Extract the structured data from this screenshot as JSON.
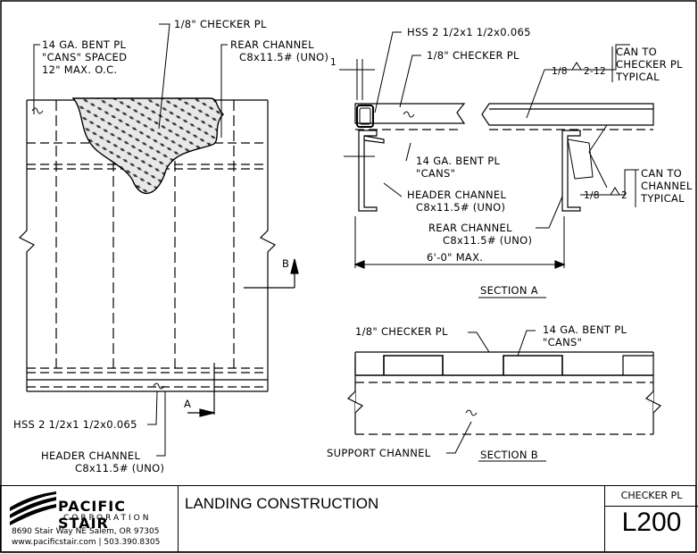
{
  "labels": {
    "checker_pl_top": "1/8\" CHECKER PL",
    "bent_pl_line1": "14 GA. BENT PL",
    "bent_pl_line2": "\"CANS\" SPACED",
    "bent_pl_line3": "12\" MAX. O.C.",
    "rear_channel_line1": "REAR CHANNEL",
    "rear_channel_line2": "C8x11.5# (UNO)",
    "hss_bottom": "HSS 2 1/2x1 1/2x0.065",
    "header_channel_line1": "HEADER CHANNEL",
    "header_channel_line2": "C8x11.5# (UNO)",
    "cut_b": "B",
    "cut_a": "A"
  },
  "section_a": {
    "title": "SECTION A",
    "hss": "HSS 2 1/2x1 1/2x0.065",
    "checker": "1/8\" CHECKER PL",
    "dim_one": "1",
    "weld_top_size": "1/8",
    "weld_top_spec": "2-12",
    "weld_top_note1": "CAN TO",
    "weld_top_note2": "CHECKER PL",
    "weld_top_note3": "TYPICAL",
    "cans_line1": "14 GA. BENT PL",
    "cans_line2": "\"CANS\"",
    "header_line1": "HEADER CHANNEL",
    "header_line2": "C8x11.5# (UNO)",
    "rear_line1": "REAR CHANNEL",
    "rear_line2": "C8x11.5# (UNO)",
    "weld_bot_size": "1/8",
    "weld_bot_spec": "2",
    "weld_bot_note1": "CAN TO",
    "weld_bot_note2": "CHANNEL",
    "weld_bot_note3": "TYPICAL",
    "span": "6'-0\" MAX."
  },
  "section_b": {
    "title": "SECTION B",
    "checker": "1/8\" CHECKER PL",
    "cans_line1": "14 GA. BENT PL",
    "cans_line2": "\"CANS\"",
    "support": "SUPPORT CHANNEL"
  },
  "title_block": {
    "company": "PACIFIC STAIR",
    "corporation": "CORPORATION",
    "address": "8690 Stair Way NE Salem, OR 97305",
    "contact": "www.pacificstair.com  |  503.390.8305",
    "drawing_title": "LANDING CONSTRUCTION",
    "subtitle": "CHECKER PL",
    "drawing_number": "L200"
  }
}
